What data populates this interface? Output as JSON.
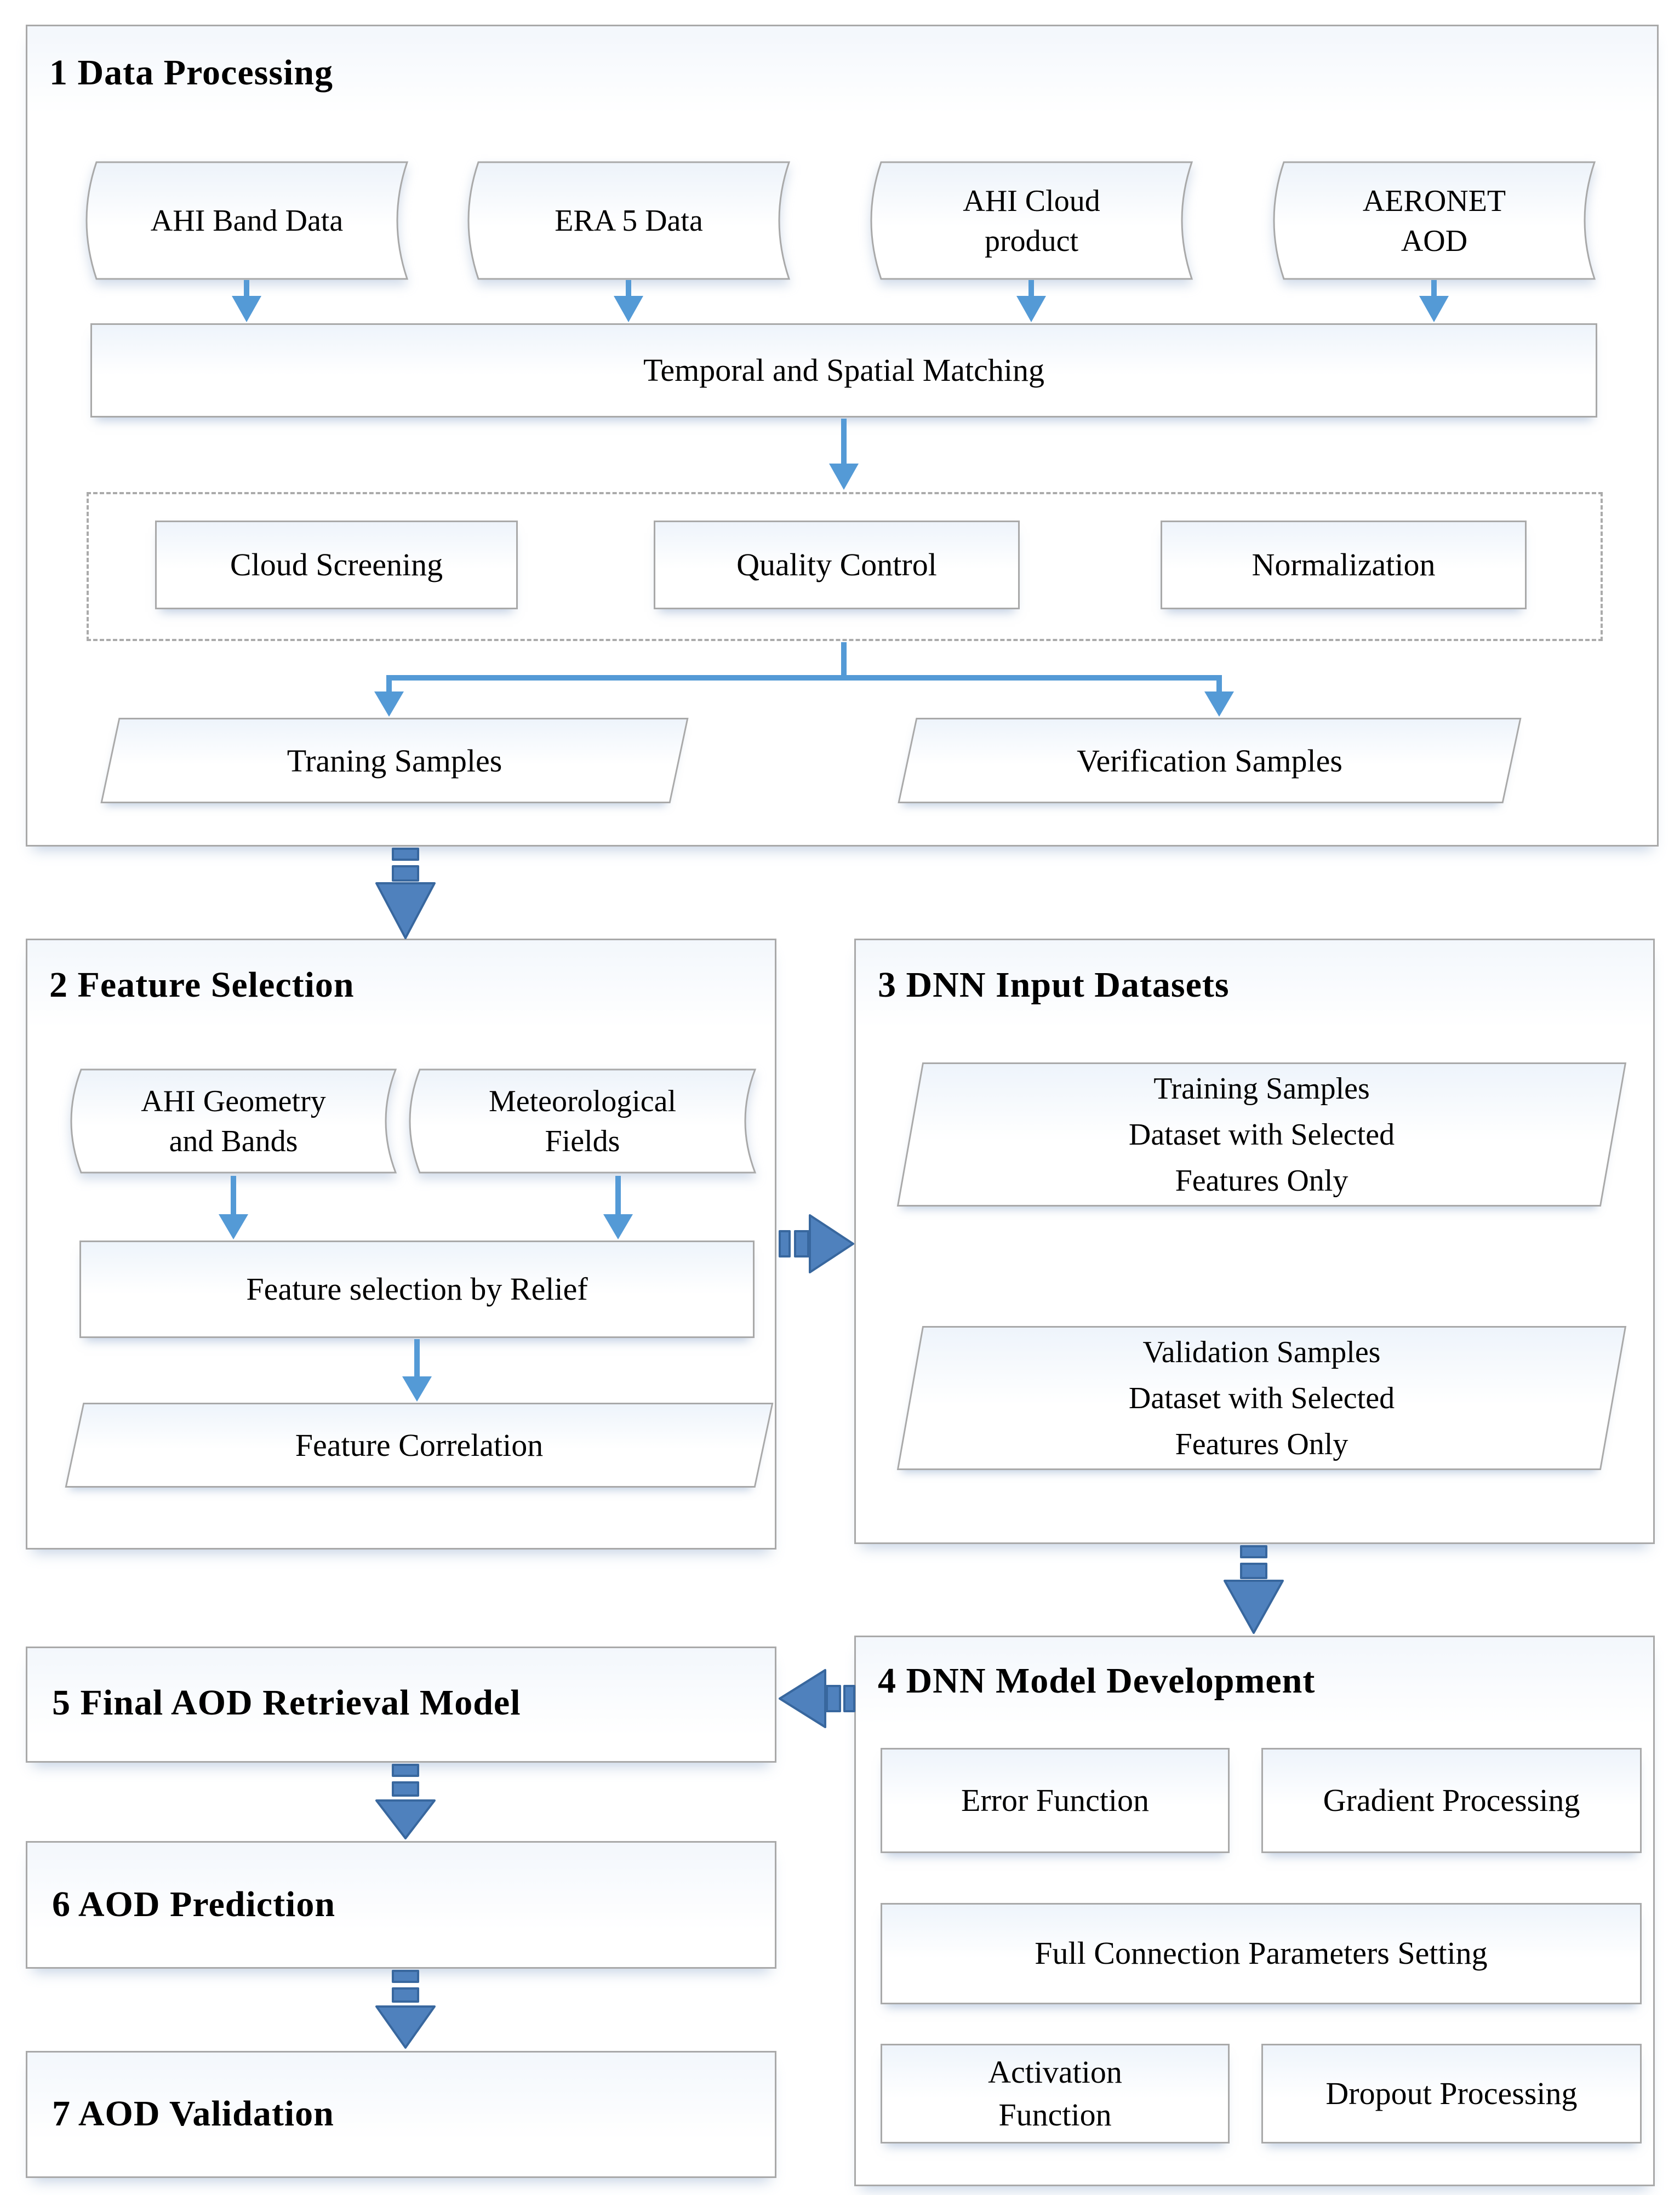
{
  "colors": {
    "thin_arrow_blue": "#549ad6",
    "striped_arrow_blue": "#4f81bd",
    "border_gray": "#a9a9a9",
    "text_black": "#000000"
  },
  "section1": {
    "title": "1 Data Processing",
    "source_ahi_band": "AHI Band Data",
    "source_era5": "ERA 5 Data",
    "source_ahi_cloud_lines": [
      "AHI Cloud",
      "product"
    ],
    "source_aeronet_lines": [
      "AERONET",
      "AOD"
    ],
    "matching": "Temporal and Spatial Matching",
    "cloud_screening": "Cloud Screening",
    "quality_control": "Quality Control",
    "normalization": "Normalization",
    "training_samples": "Traning Samples",
    "verification_samples": "Verification Samples"
  },
  "section2": {
    "title": "2 Feature Selection",
    "source_geometry_lines": [
      "AHI Geometry",
      "and Bands"
    ],
    "source_meteo_lines": [
      "Meteorological",
      "Fields"
    ],
    "relief": "Feature selection by Relief",
    "correlation": "Feature Correlation"
  },
  "section3": {
    "title": "3 DNN Input Datasets",
    "training_lines": [
      "Training Samples",
      "Dataset with Selected",
      "Features Only"
    ],
    "validation_lines": [
      "Validation Samples",
      "Dataset with Selected",
      "Features Only"
    ]
  },
  "section4": {
    "title": "4 DNN Model Development",
    "error_function": "Error Function",
    "gradient_processing": "Gradient Processing",
    "full_connection": "Full Connection Parameters Setting",
    "activation_lines": [
      "Activation",
      "Function"
    ],
    "dropout_processing": "Dropout Processing"
  },
  "section5": {
    "title": "5 Final AOD Retrieval Model"
  },
  "section6": {
    "title": "6 AOD Prediction"
  },
  "section7": {
    "title": "7 AOD Validation"
  }
}
